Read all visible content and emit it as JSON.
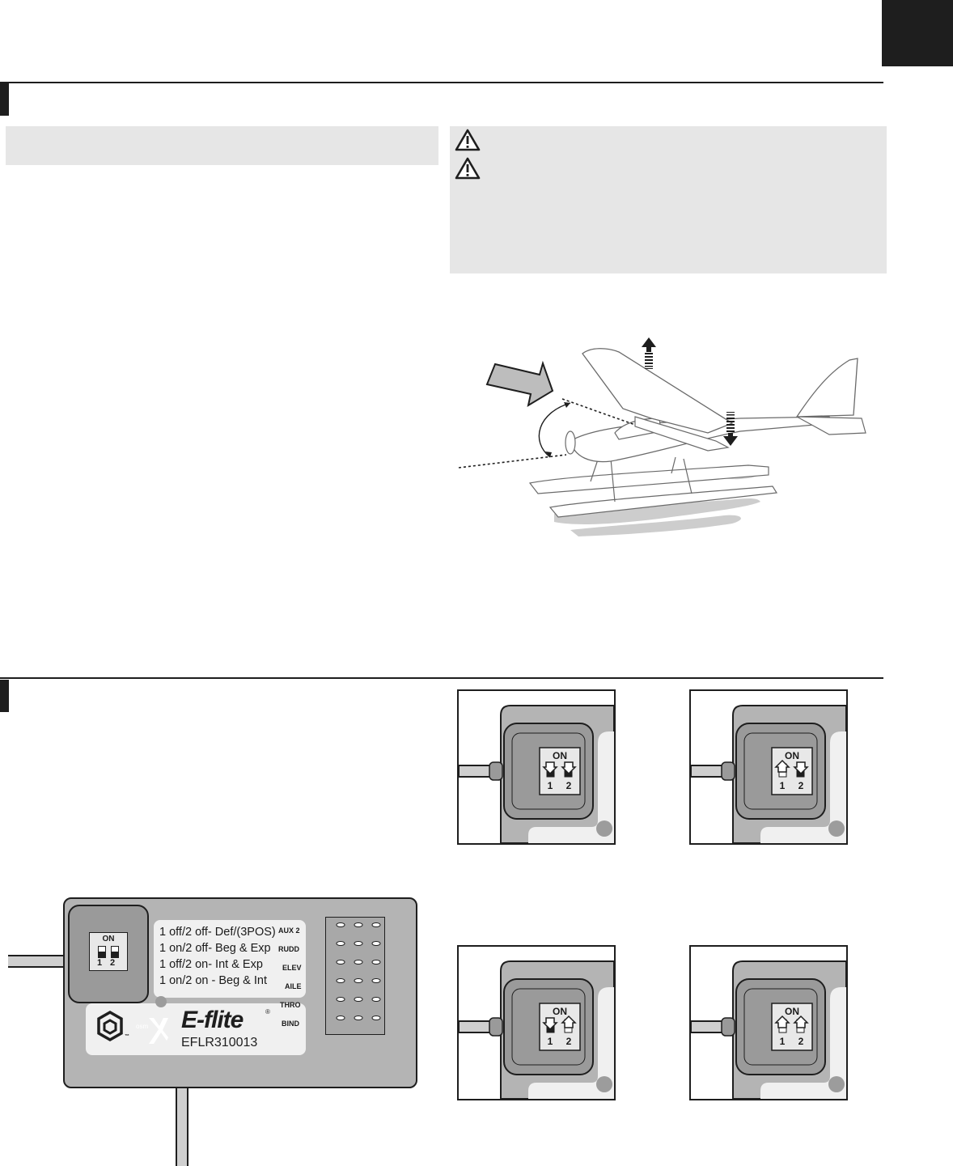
{
  "receiver": {
    "dip_on_label": "ON",
    "dip_num_1": "1",
    "dip_num_2": "2",
    "modes": [
      "1 off/2 off- Def/(3POS)",
      "1 on/2 off- Beg & Exp",
      "1 off/2 on- Int & Exp",
      "1 on/2 on - Beg & Int"
    ],
    "channels": [
      "AUX 2",
      "RUDD",
      "ELEV",
      "AILE",
      "THRO",
      "BIND"
    ],
    "brand": "E-flite",
    "brand_reg": "®",
    "osmo_tm": "™",
    "osm_label": "osm",
    "model": "EFLR310013"
  },
  "switch_panels": [
    {
      "on_label": "ON",
      "num_1": "1",
      "num_2": "2",
      "switch_1": "off",
      "switch_2": "off"
    },
    {
      "on_label": "ON",
      "num_1": "1",
      "num_2": "2",
      "switch_1": "on",
      "switch_2": "off"
    },
    {
      "on_label": "ON",
      "num_1": "1",
      "num_2": "2",
      "switch_1": "off",
      "switch_2": "on"
    },
    {
      "on_label": "ON",
      "num_1": "1",
      "num_2": "2",
      "switch_1": "on",
      "switch_2": "on"
    }
  ],
  "colors": {
    "ink": "#1e1e1e",
    "panel_grey": "#e6e6e6",
    "housing_grey": "#b4b4b4",
    "label_grey": "#f0f0f0"
  },
  "icons": [
    "warning-icon",
    "wind-arrow-icon",
    "up-arrow-icon",
    "down-arrow-icon"
  ]
}
